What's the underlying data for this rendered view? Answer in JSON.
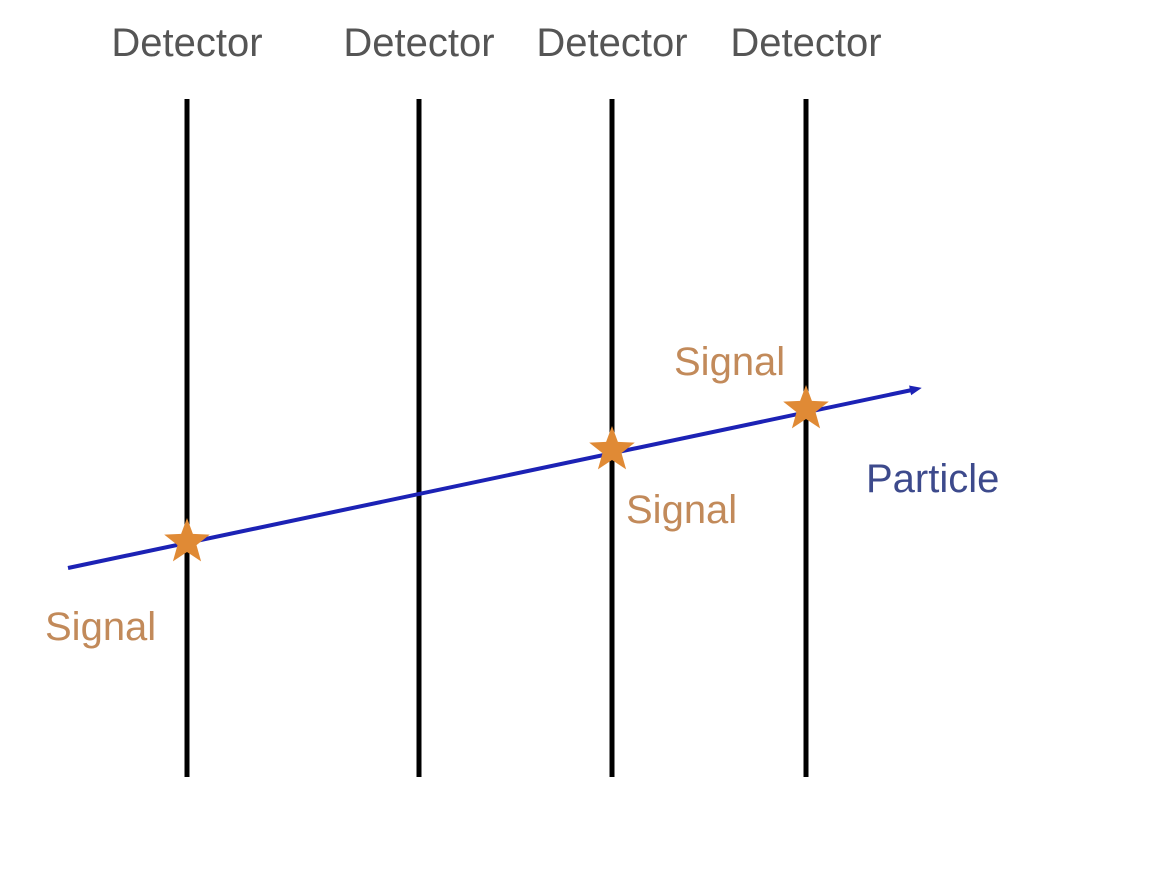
{
  "detectors": [
    {
      "label": "Detector"
    },
    {
      "label": "Detector"
    },
    {
      "label": "Detector"
    },
    {
      "label": "Detector"
    }
  ],
  "signals": [
    {
      "label": "Signal",
      "detector": 1
    },
    {
      "label": "Signal",
      "detector": 3
    },
    {
      "label": "Signal",
      "detector": 4
    }
  ],
  "particle": {
    "label": "Particle"
  },
  "colors": {
    "detector_line": "#000000",
    "detector_label": "#555555",
    "particle_line": "#1c22b5",
    "particle_label": "#3d4a8c",
    "signal_star": "#e08a35",
    "signal_label": "#c28a5a"
  }
}
